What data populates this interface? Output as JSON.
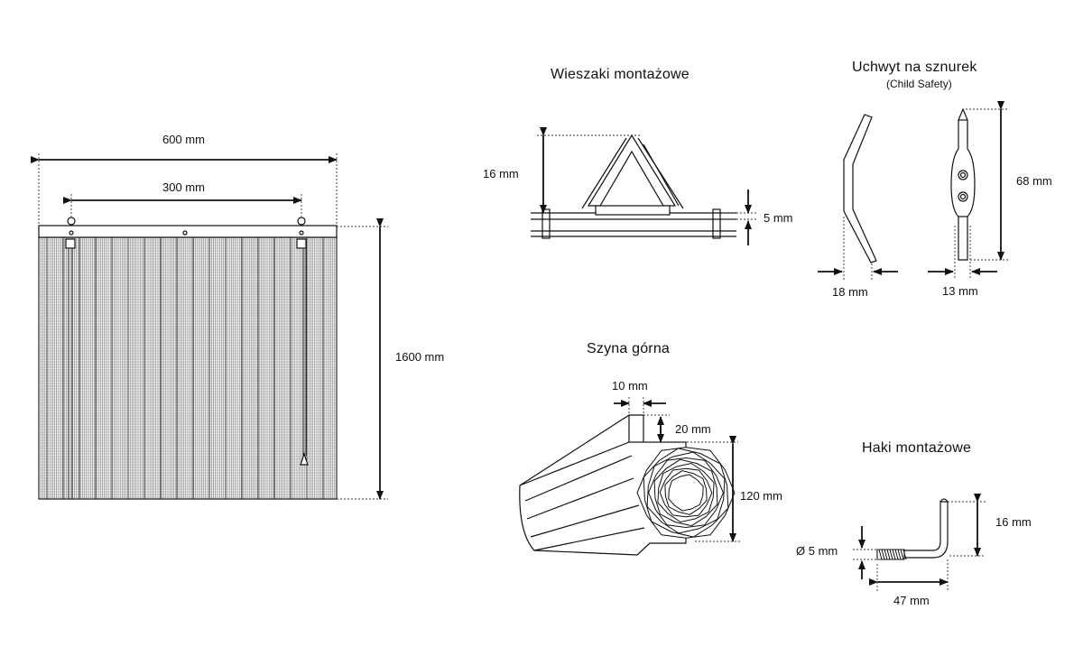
{
  "blind": {
    "width_label": "600 mm",
    "hanger_spacing_label": "300 mm",
    "height_label": "1600 mm"
  },
  "hangers": {
    "title": "Wieszaki montażowe",
    "height_label": "16 mm",
    "rail_label": "5 mm"
  },
  "cord_holder": {
    "title": "Uchwyt na sznurek",
    "subtitle": "(Child Safety)",
    "height_label": "68 mm",
    "side_width_label": "18 mm",
    "front_width_label": "13 mm"
  },
  "top_rail": {
    "title": "Szyna górna",
    "width_label": "10 mm",
    "top_label": "20 mm",
    "diameter_label": "120 mm"
  },
  "hooks": {
    "title": "Haki montażowe",
    "height_label": "16 mm",
    "thread_label": "Ø 5 mm",
    "length_label": "47 mm"
  }
}
